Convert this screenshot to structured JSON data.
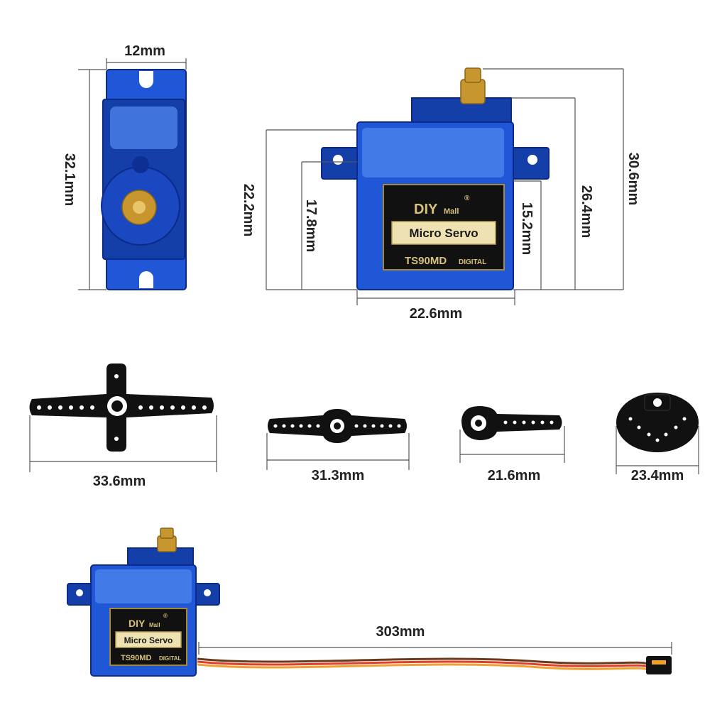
{
  "dimensions": {
    "side_width": "12mm",
    "side_height": "32.1mm",
    "front_body_height": "22.2mm",
    "front_inner_height": "17.8mm",
    "front_mount_height": "15.2mm",
    "front_top_height": "26.4mm",
    "front_total_height": "30.6mm",
    "front_width": "22.6mm",
    "horn_cross": "33.6mm",
    "horn_double": "31.3mm",
    "horn_single": "21.6mm",
    "horn_disc": "23.4mm",
    "cable_length": "303mm"
  },
  "label": {
    "brand_diy": "DIY",
    "brand_mall": "Mall",
    "registered": "®",
    "product": "Micro Servo",
    "model": "TS90MD",
    "type": "DIGITAL"
  },
  "colors": {
    "servo_blue": "#1f57d6",
    "horn_black": "#111111",
    "gear_brass": "#c7962f",
    "wire_brown": "#6b3a1a",
    "wire_red": "#e0402a",
    "wire_orange": "#f0a030"
  }
}
